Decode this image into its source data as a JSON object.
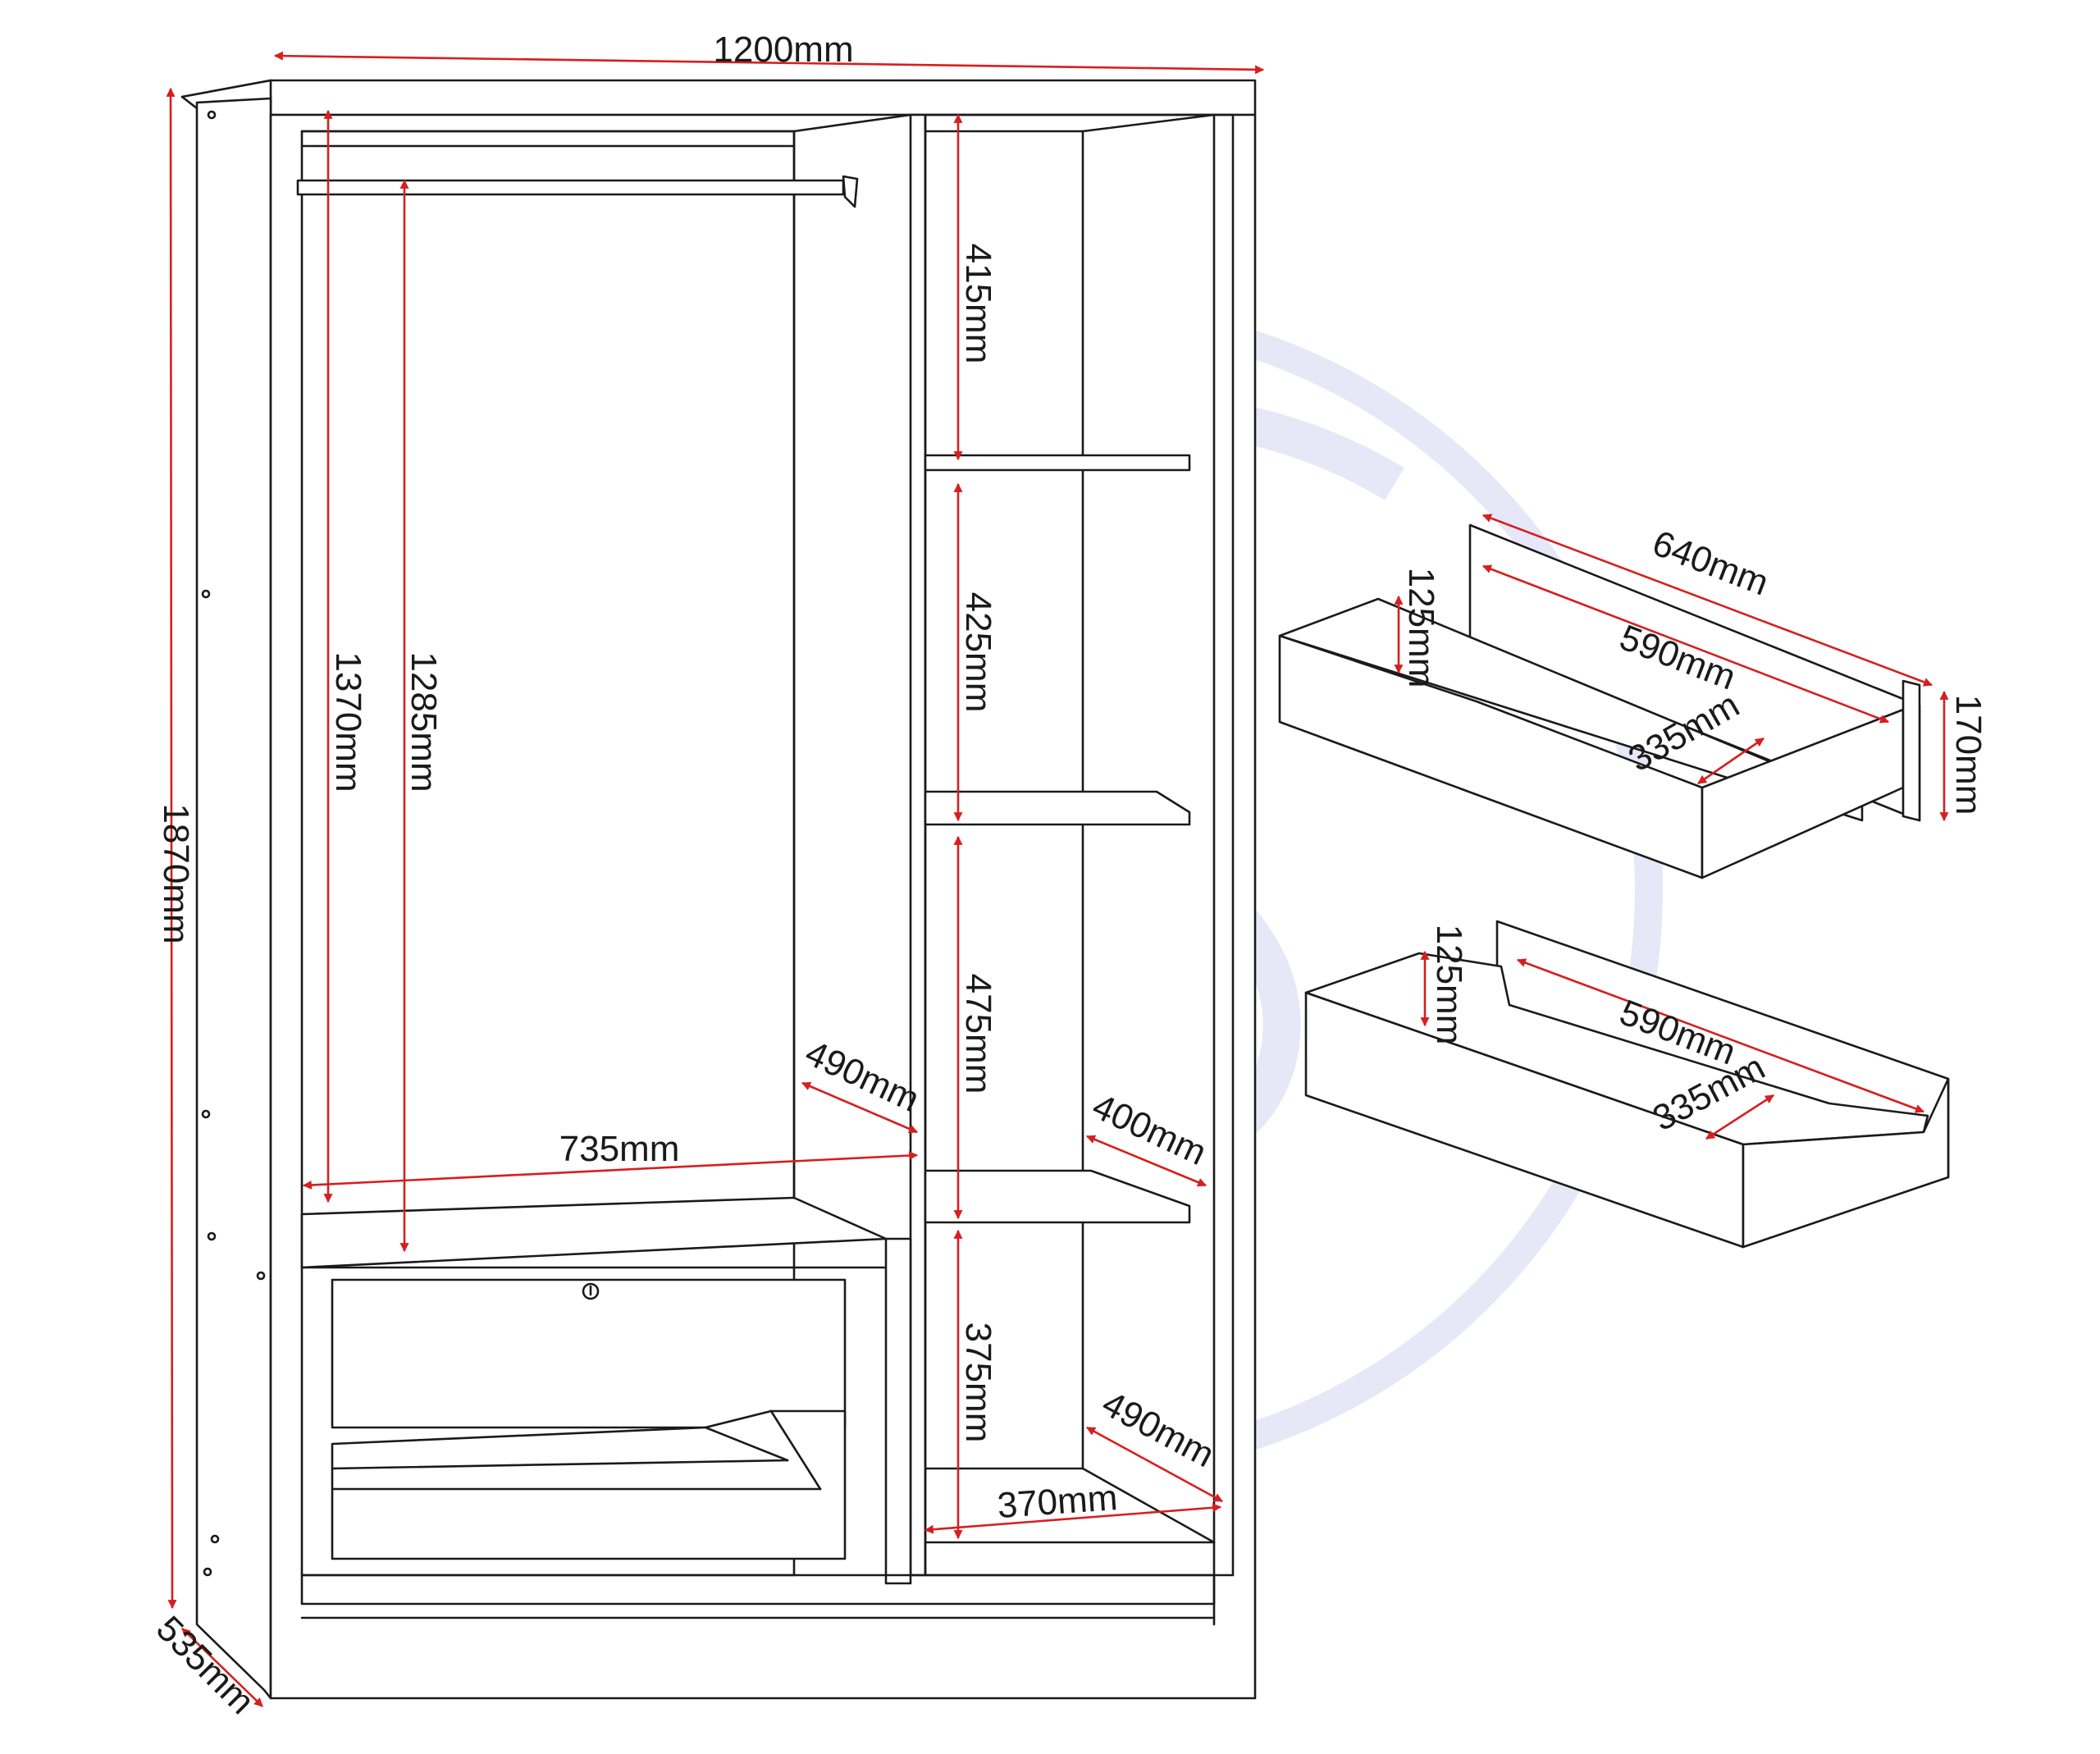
{
  "colors": {
    "outline": "#1a1a1a",
    "dimension": "#d61f1f",
    "watermark": "#e6e8f8"
  },
  "icons": {
    "watermark": "s-logo-watermark-icon",
    "arrowhead": "arrowhead-icon",
    "keyhole": "keyhole-icon"
  },
  "dimensions": {
    "overall_width": "1200mm",
    "overall_height": "1870mm",
    "overall_depth": "535mm",
    "left_height_1370": "1370mm",
    "left_hanging_1285": "1285mm",
    "left_width_735": "735mm",
    "left_depth_490": "490mm",
    "right_shelf_1": "415mm",
    "right_shelf_2": "425mm",
    "right_shelf_3": "475mm",
    "right_shelf_4": "375mm",
    "right_depth_400": "400mm",
    "right_depth_490": "490mm",
    "right_width_370": "370mm"
  },
  "drawer_top": {
    "outer_width": "640mm",
    "inner_width": "590mm",
    "inner_depth": "335mm",
    "inner_height": "125mm",
    "front_height": "170mm"
  },
  "drawer_bottom": {
    "inner_width": "590mm",
    "inner_depth": "335mm",
    "inner_height": "125mm"
  }
}
